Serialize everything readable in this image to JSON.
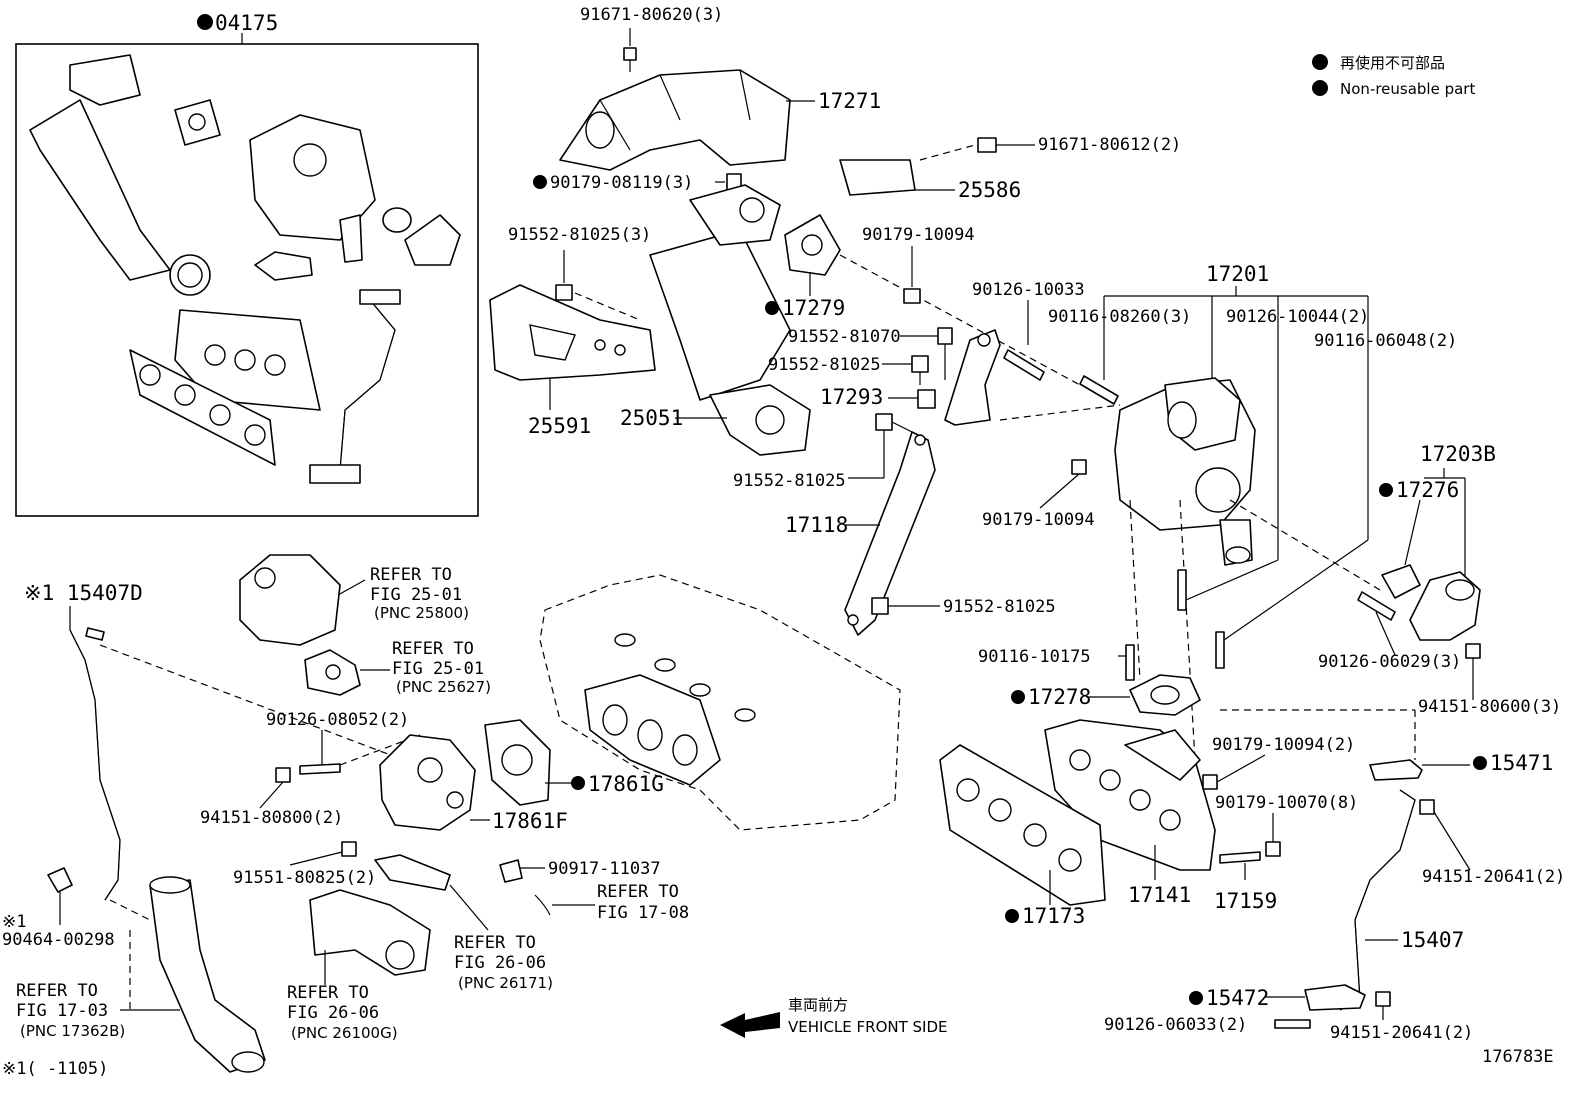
{
  "legend": {
    "non_reusable_jp": "再使用不可部品",
    "non_reusable_en": "Non-reusable part"
  },
  "kit": {
    "label": "04175"
  },
  "callouts": {
    "c91671_80620": "91671-80620(3)",
    "c17271": "17271",
    "c90179_08119": "90179-08119(3)",
    "c91671_80612": "91671-80612(2)",
    "c25586": "25586",
    "c91552_81025_3": "91552-81025(3)",
    "c90179_10094_top": "90179-10094",
    "c17279": "17279",
    "c17201": "17201",
    "c90126_10033": "90126-10033",
    "c90116_08260": "90116-08260(3)",
    "c90126_10044": "90126-10044(2)",
    "c90116_06048": "90116-06048(2)",
    "c91552_81070": "91552-81070",
    "c91552_81025_a": "91552-81025",
    "c17293": "17293",
    "c25591": "25591",
    "c25051": "25051",
    "c91552_81025_b": "91552-81025",
    "c17203B": "17203B",
    "c17276": "17276",
    "c17118": "17118",
    "c90179_10094_mid": "90179-10094",
    "c91552_81025_c": "91552-81025",
    "c90116_10175": "90116-10175",
    "c90126_06029": "90126-06029(3)",
    "c94151_80600": "94151-80600(3)",
    "c17278": "17278",
    "c90179_10094_2": "90179-10094(2)",
    "c15471": "15471",
    "c90179_10070": "90179-10070(8)",
    "c94151_20641_a": "94151-20641(2)",
    "c17173": "17173",
    "c17141": "17141",
    "c17159": "17159",
    "c15407": "15407",
    "c15472": "15472",
    "c90126_06033": "90126-06033(2)",
    "c94151_20641_b": "94151-20641(2)",
    "c15407D": "※1 15407D",
    "c90126_08052": "90126-08052(2)",
    "c94151_80800": "94151-80800(2)",
    "c17861G": "17861G",
    "c17861F": "17861F",
    "c91551_80825": "91551-80825(2)",
    "c90917_11037": "90917-11037",
    "c90464_prefix": "※1",
    "c90464_00298": "90464-00298",
    "footnote": "※1(     -1105)",
    "figure_id": "176783E"
  },
  "refs": {
    "r25800": [
      "REFER TO",
      "FIG 25-01",
      "(PNC 25800)"
    ],
    "r25627": [
      "REFER TO",
      "FIG 25-01",
      "(PNC 25627)"
    ],
    "r1708": [
      "REFER TO",
      "FIG 17-08"
    ],
    "r26171": [
      "REFER TO",
      "FIG 26-06",
      "(PNC 26171)"
    ],
    "r26100G": [
      "REFER TO",
      "FIG 26-06",
      "(PNC 26100G)"
    ],
    "r17362B": [
      "REFER TO",
      "FIG 17-03",
      "(PNC 17362B)"
    ]
  },
  "direction": {
    "jp": "車両前方",
    "en": "VEHICLE FRONT SIDE"
  },
  "icons": [
    "non-reusable-dot-icon",
    "vehicle-front-arrow-icon"
  ]
}
